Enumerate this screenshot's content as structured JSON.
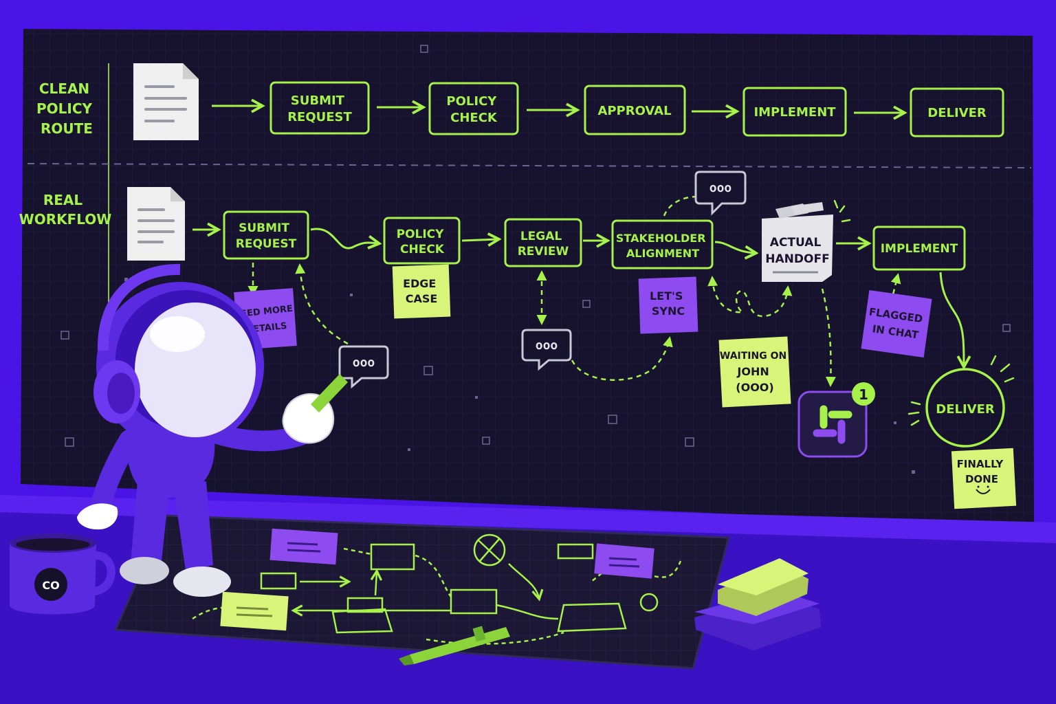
{
  "rows": {
    "clean": {
      "label": [
        "CLEAN",
        "POLICY",
        "ROUTE"
      ],
      "steps": [
        [
          "SUBMIT",
          "REQUEST"
        ],
        [
          "POLICY",
          "CHECK"
        ],
        [
          "APPROVAL"
        ],
        [
          "IMPLEMENT"
        ],
        [
          "DELIVER"
        ]
      ]
    },
    "real": {
      "label": [
        "REAL",
        "WORKFLOW"
      ],
      "steps": [
        [
          "SUBMIT",
          "REQUEST"
        ],
        [
          "POLICY",
          "CHECK"
        ],
        [
          "LEGAL",
          "REVIEW"
        ],
        [
          "STAKEHOLDER",
          "ALIGNMENT"
        ],
        [
          "ACTUAL",
          "HANDOFF"
        ],
        [
          "IMPLEMENT"
        ],
        [
          "DELIVER"
        ]
      ]
    }
  },
  "notes": {
    "need_more": [
      "NEED MORE",
      "DETAILS"
    ],
    "edge_case": [
      "EDGE",
      "CASE"
    ],
    "lets_sync": [
      "LET'S",
      "SYNC"
    ],
    "waiting": [
      "WAITING ON",
      "JOHN",
      "(OOO)"
    ],
    "flagged": [
      "FLAGGED",
      "IN CHAT"
    ],
    "finally": [
      "FINALLY",
      "DONE"
    ]
  },
  "chat_bubble_text": "ooo",
  "slack_badge_count": "1",
  "mug_logo": "CO",
  "icons": [
    "document-icon",
    "chat-bubble-icon",
    "slack-icon",
    "headphones-icon",
    "mug-icon",
    "marker-icon"
  ],
  "colors": {
    "background": "#4a14e6",
    "board": "#17132e",
    "accent_green": "#a6f24a",
    "note_purple": "#8e4cf0",
    "note_yellow": "#d8f57a",
    "astronaut": "#5a2ae0"
  }
}
